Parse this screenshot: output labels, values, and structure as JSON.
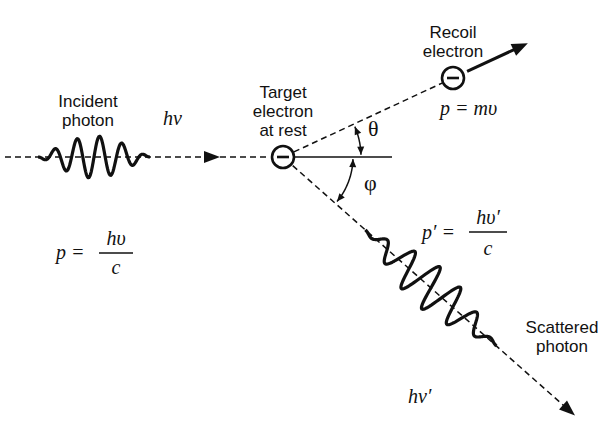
{
  "diagram": {
    "nodes": [
      {
        "text": [
          "Target electron at rest"
        ]
      },
      {
        "text": [
          "Recoil electron"
        ]
      }
    ],
    "edges": [
      {
        "from": 0,
        "to": 1,
        "arrow": "none"
      }
    ],
    "labels": [
      "Incident photon",
      "hν",
      "p =",
      "hυ",
      "c",
      "p = mυ",
      "θ",
      "φ",
      "p′ =",
      "hυ′",
      "c",
      "Scattered photon",
      "hν′"
    ]
  }
}
